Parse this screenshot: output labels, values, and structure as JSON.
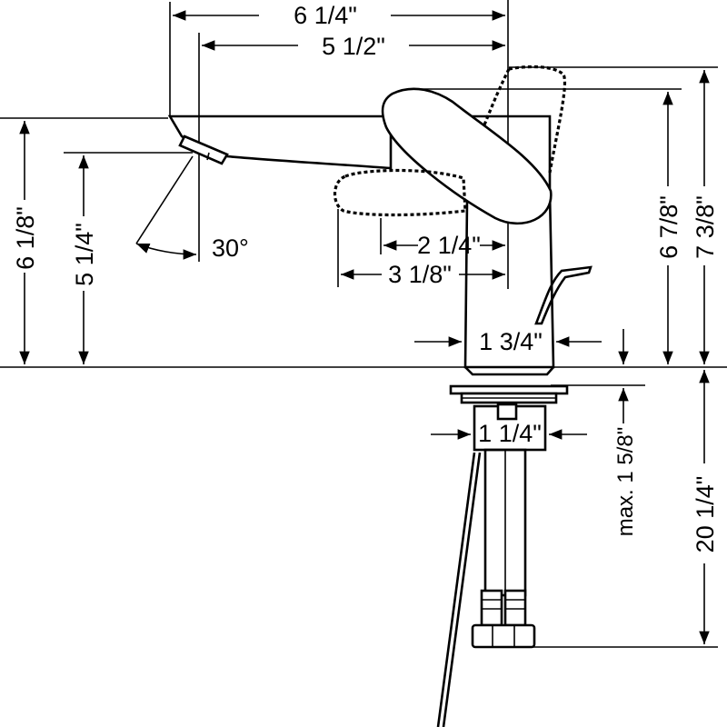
{
  "dimensions": {
    "spout_total_reach": "6 1/4\"",
    "spout_reach": "5 1/2\"",
    "lever_reach": "2 1/4\"",
    "lever_open_reach": "3 1/8\"",
    "spout_angle": "30°",
    "spout_height_outer": "6 1/8\"",
    "spout_height_inner": "5 1/4\"",
    "lever_height": "6 7/8\"",
    "total_height": "7 3/8\"",
    "body_diameter": "1 3/4\"",
    "shank_diameter": "1 1/4\"",
    "max_deck_thickness": "max. 1 5/8\"",
    "supply_hose_length": "20 1/4\""
  }
}
